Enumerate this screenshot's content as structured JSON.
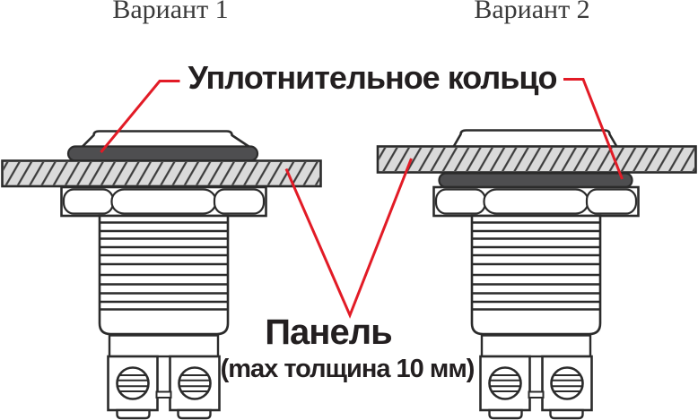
{
  "titles": {
    "variant1": "Вариант 1",
    "variant2": "Вариант 2"
  },
  "labels": {
    "sealing_ring": "Уплотнительное кольцо",
    "panel": "Панель",
    "panel_note": "(max толщина 10 мм)"
  },
  "colors": {
    "red": "#e21b26",
    "outline": "#2b2b2b",
    "ring_fill": "#4e4e50",
    "panel_fill": "#dadada",
    "hatch_line": "#3a3a3a",
    "label_text": "#231f20",
    "title_text": "#3a3a3a"
  }
}
